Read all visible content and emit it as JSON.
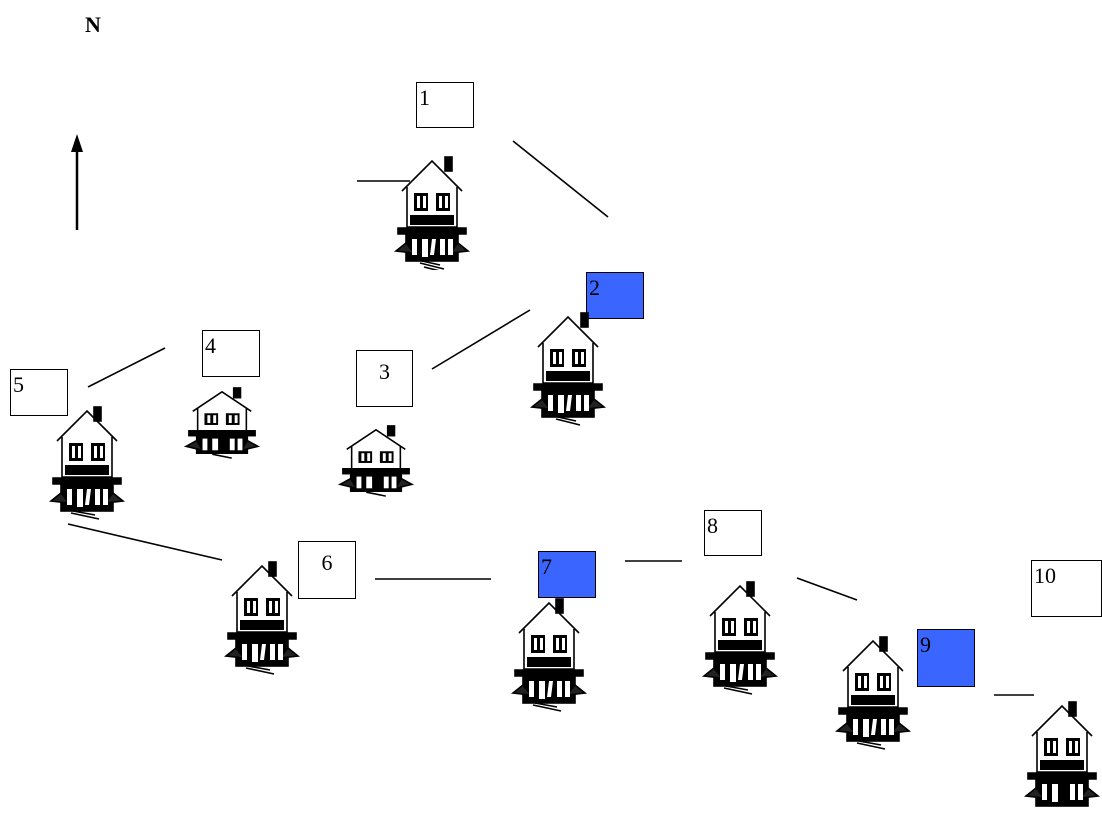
{
  "title": "N",
  "icons": {
    "compass": "north-arrow-icon",
    "house": "house-icon"
  },
  "colors": {
    "highlight": "#3a66ff",
    "line": "#000000",
    "box": "#ffffff"
  },
  "boxes": [
    {
      "label": "1",
      "highlighted": false
    },
    {
      "label": "2",
      "highlighted": true
    },
    {
      "label": "3",
      "highlighted": false
    },
    {
      "label": "4",
      "highlighted": false
    },
    {
      "label": "5",
      "highlighted": false
    },
    {
      "label": "6",
      "highlighted": false
    },
    {
      "label": "7",
      "highlighted": true
    },
    {
      "label": "8",
      "highlighted": false
    },
    {
      "label": "9",
      "highlighted": true
    },
    {
      "label": "10",
      "highlighted": false
    }
  ]
}
